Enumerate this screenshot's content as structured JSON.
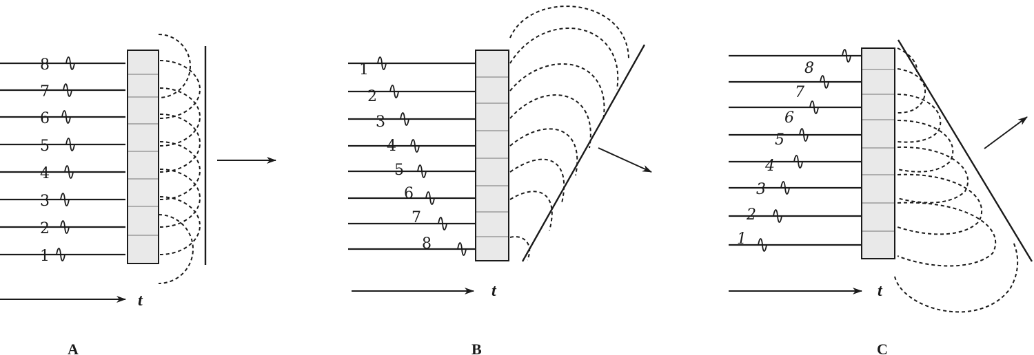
{
  "panels": [
    {
      "id": "A",
      "label": "A",
      "time_label": "t",
      "channel_labels": [
        "8",
        "7",
        "6",
        "5",
        "4",
        "3",
        "2",
        "1"
      ],
      "steering": "broadside",
      "description_words": "plane wavefront parallel to array"
    },
    {
      "id": "B",
      "label": "B",
      "time_label": "t",
      "channel_labels": [
        "1",
        "2",
        "3",
        "4",
        "5",
        "6",
        "7",
        "8"
      ],
      "steering": "steered down-right",
      "description_words": "wavefront tilted, beam directed down-right"
    },
    {
      "id": "C",
      "label": "C",
      "time_label": "t",
      "channel_labels": [
        "8",
        "7",
        "6",
        "5",
        "4",
        "3",
        "2",
        "1"
      ],
      "steering": "steered up-right",
      "description_words": "wavefront tilted, beam directed up-right"
    }
  ]
}
